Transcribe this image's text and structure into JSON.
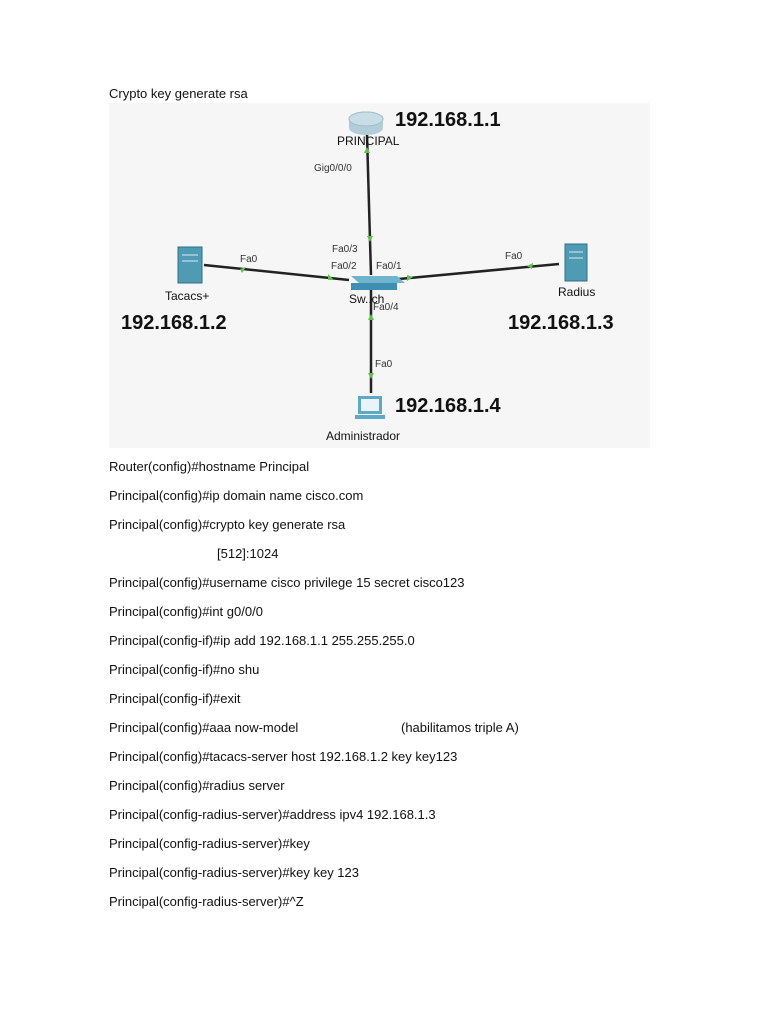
{
  "heading": "Crypto key generate rsa",
  "topology": {
    "router": {
      "label": "PRINCIPAL",
      "ip": "192.168.1.1",
      "port": "Gig0/0/0"
    },
    "switch": {
      "label": "Sw..ch",
      "ports": {
        "to_router": "Fa0/3",
        "to_tacacs": "Fa0/2",
        "to_radius": "Fa0/1",
        "to_admin": "Fa0/4"
      }
    },
    "tacacs": {
      "label": "Tacacs+",
      "ip": "192.168.1.2",
      "port": "Fa0"
    },
    "radius": {
      "label": "Radius",
      "ip": "192.168.1.3",
      "port": "Fa0"
    },
    "admin": {
      "label": "Administrador",
      "ip": "192.168.1.4",
      "port": "Fa0"
    },
    "colors": {
      "link": "#222222",
      "link_up": "#5cc24a",
      "router_body": "#c9dde6",
      "server_body": "#4f9bb4",
      "switch_body": "#3f8fb0",
      "pc_body": "#5ea9c6"
    }
  },
  "commands": [
    {
      "text": "Router(config)#hostname Principal"
    },
    {
      "text": "Principal(config)#ip domain name cisco.com"
    },
    {
      "text": "Principal(config)#crypto key generate rsa"
    },
    {
      "text": "[512]:1024",
      "indent": true
    },
    {
      "text": "Principal(config)#username cisco privilege 15 secret cisco123"
    },
    {
      "text": "Principal(config)#int g0/0/0"
    },
    {
      "text": "Principal(config-if)#ip add 192.168.1.1 255.255.255.0"
    },
    {
      "text": "Principal(config-if)#no shu"
    },
    {
      "text": "Principal(config-if)#exit"
    },
    {
      "text": "Principal(config)#aaa now-model",
      "note": "(habilitamos triple A)"
    },
    {
      "text": "Principal(config)#tacacs-server host 192.168.1.2 key key123"
    },
    {
      "text": "Principal(config)#radius server"
    },
    {
      "text": "Principal(config-radius-server)#address ipv4 192.168.1.3"
    },
    {
      "text": "Principal(config-radius-server)#key"
    },
    {
      "text": "Principal(config-radius-server)#key key 123"
    },
    {
      "text": "Principal(config-radius-server)#^Z"
    }
  ]
}
